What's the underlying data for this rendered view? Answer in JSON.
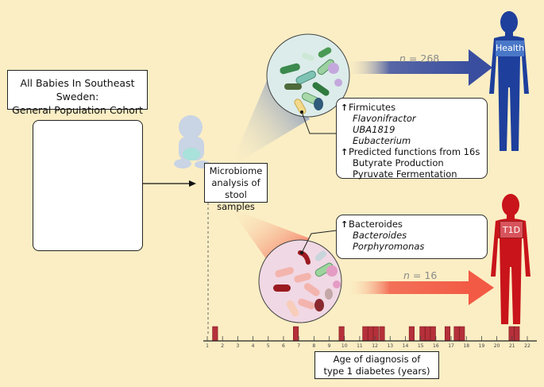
{
  "cohort_box": {
    "line1": "All Babies In Southeast Sweden:",
    "line2": "General Population Cohort"
  },
  "microbiome_box": {
    "line1": "Microbiome",
    "line2": "analysis of",
    "line3": "stool samples"
  },
  "healthy_findings": {
    "group1_header": "Firmicutes",
    "group1_items": [
      "Flavonifractor",
      "UBA1819",
      "Eubacterium"
    ],
    "group2_header": "Predicted functions from 16s",
    "group2_items": [
      "Butyrate Production",
      "Pyruvate Fermentation"
    ]
  },
  "t1d_findings": {
    "group1_header": "Bacteroides",
    "group1_items": [
      "Bacteroides",
      "Porphyromonas"
    ]
  },
  "healthy_arrow": {
    "n_prefix": "n",
    "n_value": "= 268",
    "color": "#3a4ea0"
  },
  "t1d_arrow": {
    "n_prefix": "n",
    "n_value": "= 16",
    "color": "#ee5440"
  },
  "healthy_figure": {
    "label": "Health",
    "color": "#1e3f9c"
  },
  "t1d_figure": {
    "label": "T1D",
    "color": "#c8141a"
  },
  "axis_box": {
    "line1": "Age of diagnosis of",
    "line2": "type 1 diabetes (years)"
  },
  "chart_data": {
    "type": "bar",
    "title": "",
    "xlabel": "Age of diagnosis of type 1 diabetes (years)",
    "ylabel": "",
    "xlim": [
      1,
      22
    ],
    "ticks": [
      1,
      2,
      3,
      4,
      5,
      6,
      7,
      8,
      9,
      10,
      11,
      12,
      13,
      14,
      15,
      16,
      17,
      18,
      19,
      20,
      21,
      22
    ],
    "diagnosis_ages": [
      1.5,
      6.8,
      9.8,
      11.35,
      11.7,
      12.05,
      12.45,
      14.4,
      15.1,
      15.45,
      15.8,
      16.75,
      17.35,
      17.7,
      20.95,
      21.3
    ],
    "count": 16,
    "bar_color": "#b5303a"
  }
}
